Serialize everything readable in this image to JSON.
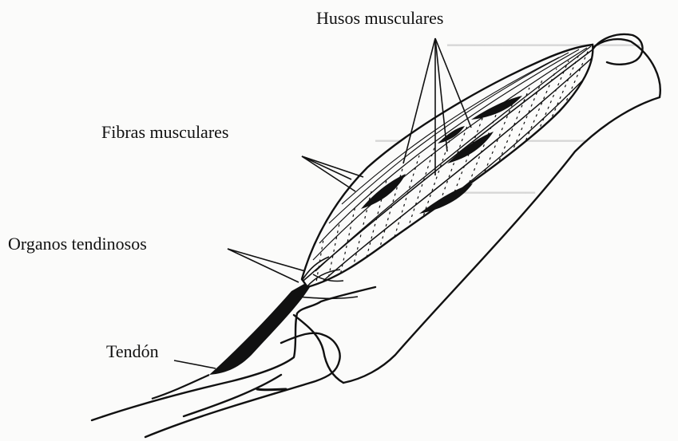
{
  "labels": {
    "husos": "Husos musculares",
    "fibras": "Fibras musculares",
    "organos": "Organos tendinosos",
    "tendon": "Tendón"
  },
  "colors": {
    "ink": "#111111",
    "paper": "#fbfbfa"
  }
}
